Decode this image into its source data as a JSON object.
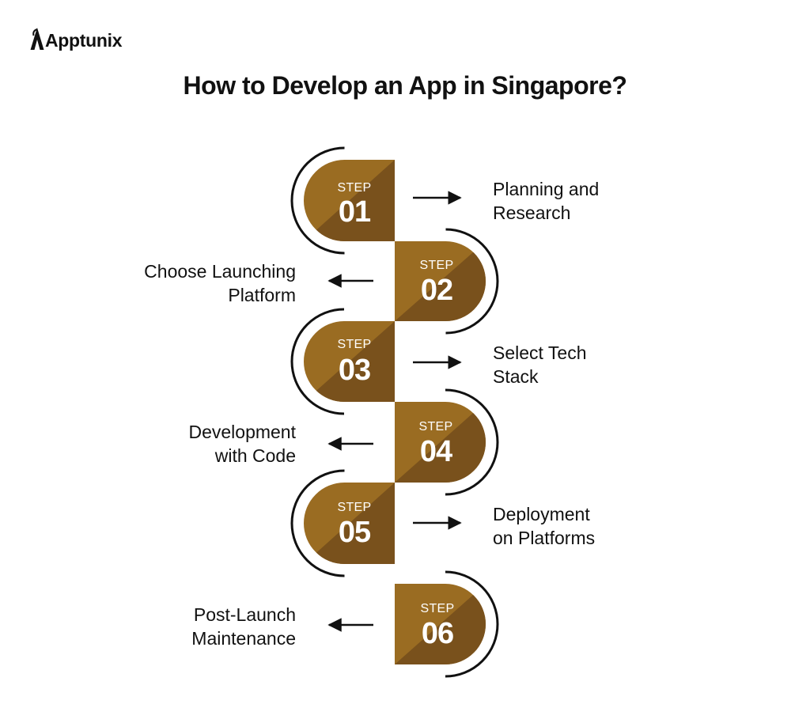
{
  "brand": {
    "name": "Apptunix"
  },
  "title": "How to Develop an App in Singapore?",
  "colors": {
    "accent_light": "#9A6C22",
    "accent_dark": "#79511C",
    "text": "#111111"
  },
  "steps": [
    {
      "step_word": "STEP",
      "number": "01",
      "label_line1": "Planning and",
      "label_line2": "Research"
    },
    {
      "step_word": "STEP",
      "number": "02",
      "label_line1": "Choose Launching",
      "label_line2": "Platform"
    },
    {
      "step_word": "STEP",
      "number": "03",
      "label_line1": "Select Tech",
      "label_line2": "Stack"
    },
    {
      "step_word": "STEP",
      "number": "04",
      "label_line1": "Development",
      "label_line2": "with Code"
    },
    {
      "step_word": "STEP",
      "number": "05",
      "label_line1": "Deployment",
      "label_line2": "on Platforms"
    },
    {
      "step_word": "STEP",
      "number": "06",
      "label_line1": "Post-Launch",
      "label_line2": "Maintenance"
    }
  ]
}
